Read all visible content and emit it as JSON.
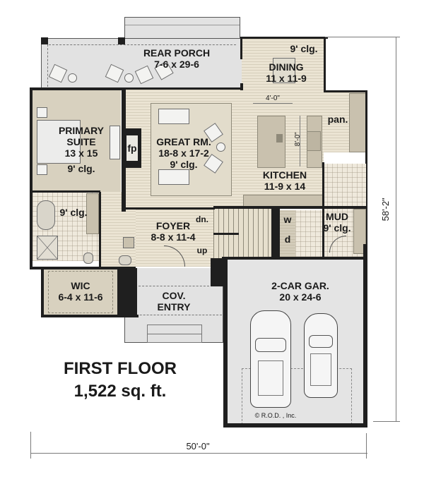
{
  "plan": {
    "title": "FIRST FLOOR",
    "area": "1,522 sq. ft.",
    "copyright": "© R.O.D. , Inc.",
    "dimensions": {
      "width": "50'-0\"",
      "depth": "58'-2\""
    }
  },
  "rooms": {
    "rear_porch": {
      "name": "REAR PORCH",
      "size": "7-6 x 29-6"
    },
    "dining": {
      "name": "DINING",
      "size": "11 x 11-9",
      "ceiling": "9' clg."
    },
    "primary_suite": {
      "name_line1": "PRIMARY",
      "name_line2": "SUITE",
      "size": "13 x 15",
      "ceiling": "9' clg."
    },
    "great_room": {
      "name": "GREAT RM.",
      "size": "18-8 x 17-2",
      "ceiling": "9' clg."
    },
    "fireplace": {
      "label": "fp"
    },
    "kitchen": {
      "name": "KITCHEN",
      "size": "11-9 x 14",
      "island_width": "4'-0\"",
      "island_length": "8'-0\""
    },
    "pantry": {
      "label": "pan."
    },
    "primary_bath": {
      "ceiling": "9' clg."
    },
    "foyer": {
      "name": "FOYER",
      "size": "8-8 x 11-4",
      "stairs_down": "dn.",
      "stairs_up": "up"
    },
    "laundry": {
      "washer": "w",
      "dryer": "d"
    },
    "mud": {
      "name": "MUD",
      "ceiling": "9' clg."
    },
    "wic": {
      "name": "WIC",
      "size": "6-4 x 11-6"
    },
    "covered_entry": {
      "name_line1": "COV.",
      "name_line2": "ENTRY"
    },
    "garage": {
      "name": "2-CAR GAR.",
      "size": "20 x 24-6"
    }
  },
  "colors": {
    "wall": "#1f1f1f",
    "wood_floor": "#ebe4d3",
    "carpet": "#d8d1bf",
    "concrete": "#e4e4e4",
    "counter": "#c9c1ae"
  }
}
